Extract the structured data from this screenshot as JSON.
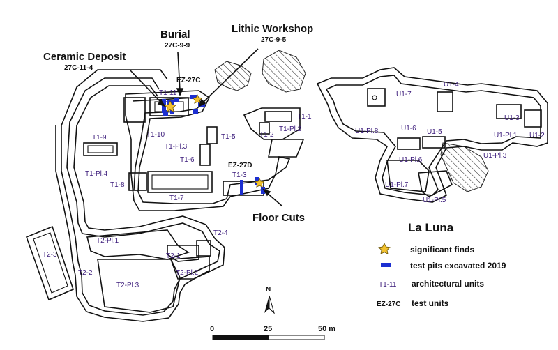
{
  "title": "La Luna",
  "features": {
    "burial": {
      "label": "Burial",
      "code": "27C-9-9"
    },
    "lithic": {
      "label": "Lithic Workshop",
      "code": "27C-9-5"
    },
    "ceramic": {
      "label": "Ceramic Deposit",
      "code": "27C-11-4"
    },
    "floor_cuts": {
      "label": "Floor Cuts"
    }
  },
  "test_units": {
    "ez27c": "EZ-27C",
    "ez27d": "EZ-27D"
  },
  "units": {
    "t1_11": "T1-11",
    "t1_10": "T1-10",
    "t1_9": "T1-9",
    "t1_pl3": "T1-Pl.3",
    "t1_5": "T1-5",
    "t1_6": "T1-6",
    "t1_pl4": "T1-Pl.4",
    "t1_8": "T1-8",
    "t1_7": "T1-7",
    "t1_3": "T1-3",
    "t1_1": "T1-1",
    "t1_2": "T1-2",
    "t1_pl2": "T1-Pl.2",
    "t2_3": "T2-3",
    "t2_pl1": "T2-Pl.1",
    "t2_4": "T2-4",
    "t2_1": "T2-1",
    "t2_2": "T2-2",
    "t2_pl2": "T2-Pl.2",
    "t2_pl3": "T2-Pl.3",
    "u1_7": "U1-7",
    "u1_4": "U1-4",
    "u1_3": "U1-3",
    "u1_pl8": "U1-Pl.8",
    "u1_6": "U1-6",
    "u1_5": "U1-5",
    "u1_pl1": "U1-Pl.1",
    "u1_2": "U1-2",
    "u1_pl6": "U1-Pl.6",
    "u1_pl3": "U1-Pl.3",
    "u1_pl7": "U1-Pl.7",
    "u1_pl5": "U1-Pl.5"
  },
  "legend": {
    "significant_finds": "significant finds",
    "test_pits": "test pits excavated 2019",
    "arch_units_key": "T1-11",
    "arch_units": "architectural units",
    "test_units_key": "EZ-27C",
    "test_units_label": "test units"
  },
  "north": "N",
  "scale": {
    "ticks": [
      "0",
      "25",
      "50 m"
    ]
  },
  "colors": {
    "test_pit": "#1c2fd1",
    "find_star": "#f2c12e",
    "unit_label": "#3a1a7a"
  }
}
